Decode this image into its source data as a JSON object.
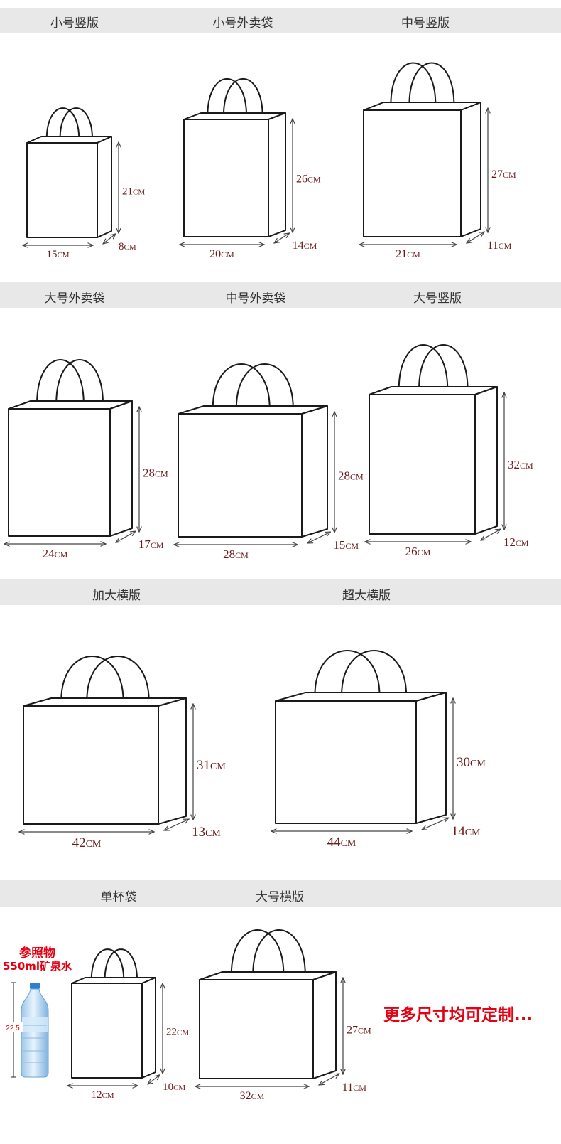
{
  "sections": [
    {
      "labels": [
        "小号竖版",
        "小号外卖袋",
        "中号竖版"
      ]
    },
    {
      "labels": [
        "大号外卖袋",
        "中号外卖袋",
        "大号竖版"
      ]
    },
    {
      "labels": [
        "加大横版",
        "超大横版"
      ]
    },
    {
      "labels": [
        "单杯袋",
        "大号横版"
      ]
    }
  ],
  "unit": "CM",
  "bags": [
    {
      "name": "小号竖版",
      "width": "15",
      "height": "21",
      "depth": "8"
    },
    {
      "name": "小号外卖袋",
      "width": "20",
      "height": "26",
      "depth": "14"
    },
    {
      "name": "中号竖版",
      "width": "21",
      "height": "27",
      "depth": "11"
    },
    {
      "name": "大号外卖袋",
      "width": "24",
      "height": "28",
      "depth": "17"
    },
    {
      "name": "中号外卖袋",
      "width": "28",
      "height": "28",
      "depth": "15"
    },
    {
      "name": "大号竖版",
      "width": "26",
      "height": "32",
      "depth": "12"
    },
    {
      "name": "加大横版",
      "width": "42",
      "height": "31",
      "depth": "13"
    },
    {
      "name": "超大横版",
      "width": "44",
      "height": "30",
      "depth": "14"
    },
    {
      "name": "单杯袋",
      "width": "12",
      "height": "22",
      "depth": "10"
    },
    {
      "name": "大号横版",
      "width": "32",
      "height": "27",
      "depth": "11"
    }
  ],
  "reference": {
    "title_line1": "参照物",
    "title_line2": "550ml矿泉水",
    "bottle_height": "22.5"
  },
  "more_sizes": "更多尺寸均可定制..."
}
